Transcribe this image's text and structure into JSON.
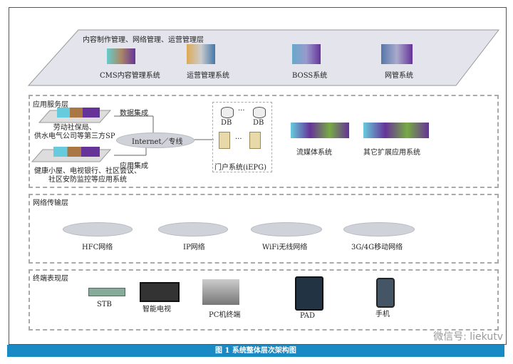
{
  "management_layer": {
    "title": "内容制作管理、网络管理、运营管理层",
    "systems": [
      "CMS内容管理系统",
      "运营管理系统",
      "BOSS系统",
      "网管系统"
    ]
  },
  "application_layer": {
    "title": "应用服务层",
    "third_party": "劳动社保局、\n供水电气公司等第三方SP",
    "community": "健康小屋、电视银行、社区会议、\n社区安防监控等应用系统",
    "data_integration": "数据集成",
    "app_integration": "应用集成",
    "internet": "Internet／专线",
    "db": "DB",
    "ellipsis": "···",
    "portal": "门户系统(iEPG)",
    "streaming": "流媒体系统",
    "other": "其它扩展应用系统"
  },
  "network_layer": {
    "title": "网络传输层",
    "networks": [
      "HFC网络",
      "IP网络",
      "WiFi无线网络",
      "3G/4G移动网络"
    ]
  },
  "terminal_layer": {
    "title": "终端表现层",
    "devices": [
      "STB",
      "智能电视",
      "PC机终端",
      "PAD",
      "手机"
    ]
  },
  "caption": "图 1  系统整体层次架构图",
  "watermark": "微信号: liekutv"
}
